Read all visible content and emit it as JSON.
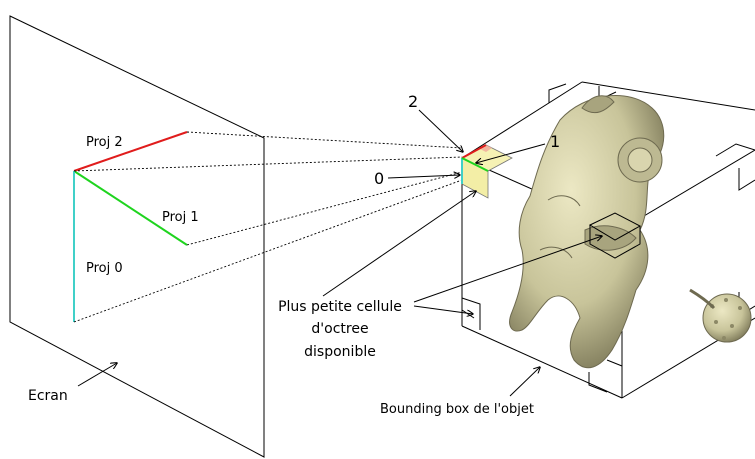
{
  "labels": {
    "proj2": "Proj 2",
    "proj1": "Proj 1",
    "proj0": "Proj 0",
    "ecran": "Ecran",
    "num2": "2",
    "num1": "1",
    "num0": "0",
    "cell_line1": "Plus petite cellule",
    "cell_line2": "d'octree",
    "cell_line3": "disponible",
    "bbox": "Bounding box de l'objet"
  },
  "colors": {
    "proj0": "#40d0c8",
    "proj1": "#1fd41f",
    "proj2": "#e01c1c",
    "cell_fill": "#f6f2b4",
    "cell_red": "#f2b7a0",
    "object": "#c8c49a",
    "object_shadow": "#8c8866"
  },
  "icons": {
    "object": "armored-figure-illustration"
  }
}
